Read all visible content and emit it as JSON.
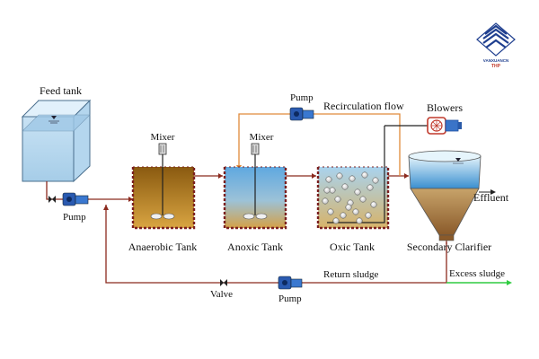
{
  "logo": {
    "line1": "VANXUANCN",
    "line2": "THP"
  },
  "labels": {
    "feed_tank": "Feed tank",
    "pump_feed": "Pump",
    "pump_recirc": "Pump",
    "pump_return": "Pump",
    "recirculation_flow": "Recirculation  flow",
    "blowers": "Blowers",
    "mixer_1": "Mixer",
    "mixer_2": "Mixer",
    "effluent": "Effluent",
    "anaerobic_tank": "Anaerobic Tank",
    "anoxic_tank": "Anoxic Tank",
    "oxic_tank": "Oxic  Tank",
    "secondary_clarifier": "Secondary Clarifier",
    "return_sludge": "Return sludge",
    "excess_sludge": "Excess sludge",
    "valve": "Valve"
  },
  "colors": {
    "pipe": "#8b2a1e",
    "recirc_pipe": "#e08a3a",
    "excess_line": "#2ecc40",
    "pump": "#1f4fa0",
    "water": "#9ecbe8",
    "sludge": "#b8862c",
    "tank_wall": "#7a1f1f",
    "logo": "#1f3f8f"
  }
}
